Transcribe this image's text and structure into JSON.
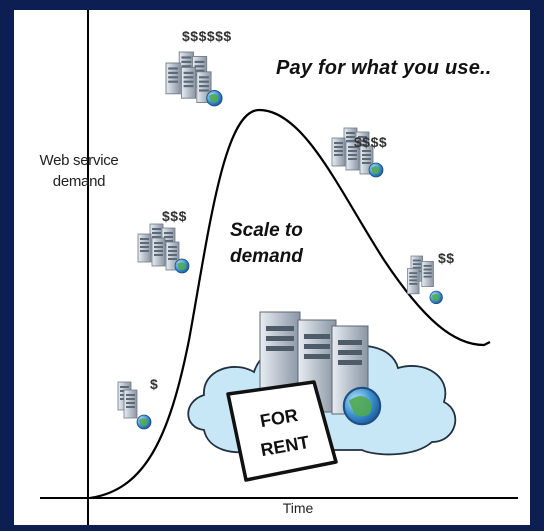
{
  "diagram": {
    "headline": "Pay for what you use..",
    "sub_label_line1": "Scale to",
    "sub_label_line2": "demand",
    "y_axis_label_line1": "Web service",
    "y_axis_label_line2": "demand",
    "x_axis_label": "Time",
    "prices": {
      "p6": "$$$$$$",
      "p4": "$$$$",
      "p3": "$$$",
      "p2": "$$",
      "p1": "$"
    },
    "sign_line1": "FOR",
    "sign_line2": "RENT"
  },
  "colors": {
    "frame_border": "#0d1e52",
    "background": "#ffffff",
    "cloud_fill": "#c7e6f6",
    "server_body": "#b8c1cc",
    "globe": "#3a8fd0"
  },
  "icons": [
    "server-cluster-icon",
    "globe-icon",
    "cloud-icon",
    "for-rent-sign"
  ]
}
